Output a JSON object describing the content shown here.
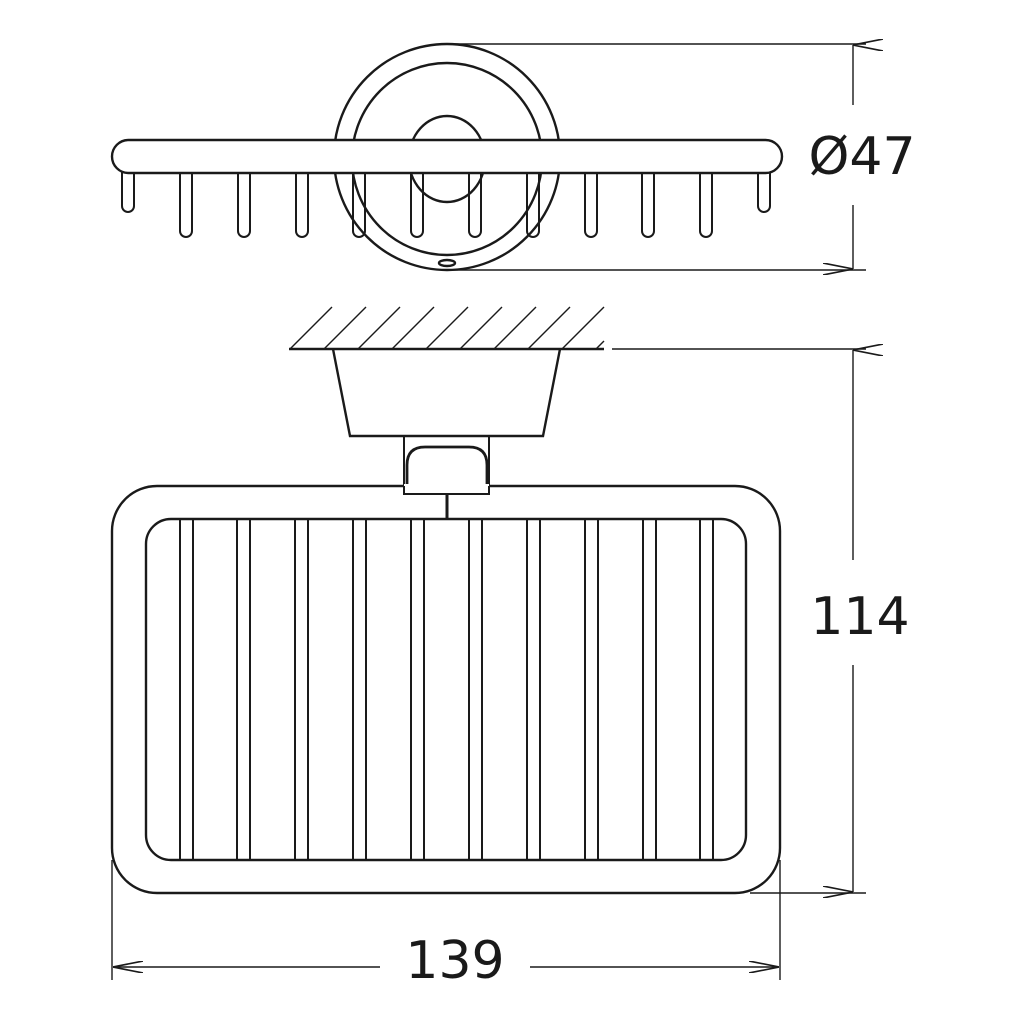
{
  "dimensions": {
    "diameter": "Ø47",
    "height": "114",
    "width": "139"
  },
  "colors": {
    "line": "#1a1a1a",
    "background": "#ffffff"
  }
}
